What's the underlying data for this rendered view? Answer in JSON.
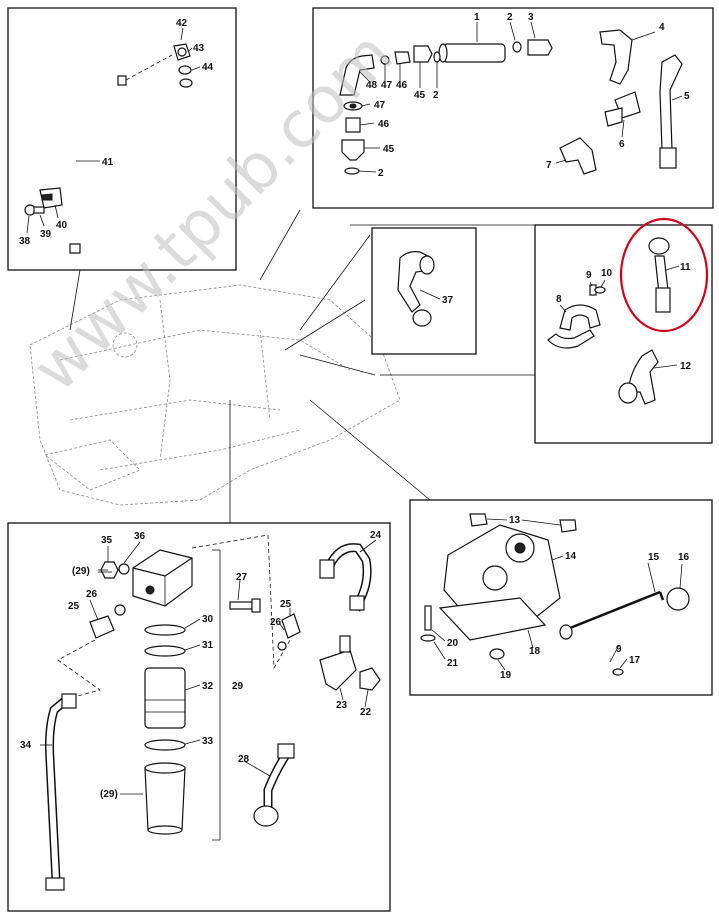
{
  "watermark": "www.tpub.com",
  "highlight_color": "#d0021b",
  "labels": {
    "l1": "1",
    "l2": "2",
    "l3": "3",
    "l4": "4",
    "l5": "5",
    "l6": "6",
    "l7": "7",
    "l8": "8",
    "l9": "9",
    "l10": "10",
    "l11": "11",
    "l12": "12",
    "l13": "13",
    "l14": "14",
    "l15": "15",
    "l16": "16",
    "l17": "17",
    "l18": "18",
    "l19": "19",
    "l20": "20",
    "l21": "21",
    "l22": "22",
    "l23": "23",
    "l24": "24",
    "l25": "25",
    "l26": "26",
    "l27": "27",
    "l28": "28",
    "l29": "29",
    "l29p": "(29)",
    "l30": "30",
    "l31": "31",
    "l32": "32",
    "l33": "33",
    "l34": "34",
    "l35": "35",
    "l36": "36",
    "l37": "37",
    "l38": "38",
    "l39": "39",
    "l40": "40",
    "l41": "41",
    "l42": "42",
    "l43": "43",
    "l44": "44",
    "l45": "45",
    "l46": "46",
    "l47": "47",
    "l48": "48"
  }
}
